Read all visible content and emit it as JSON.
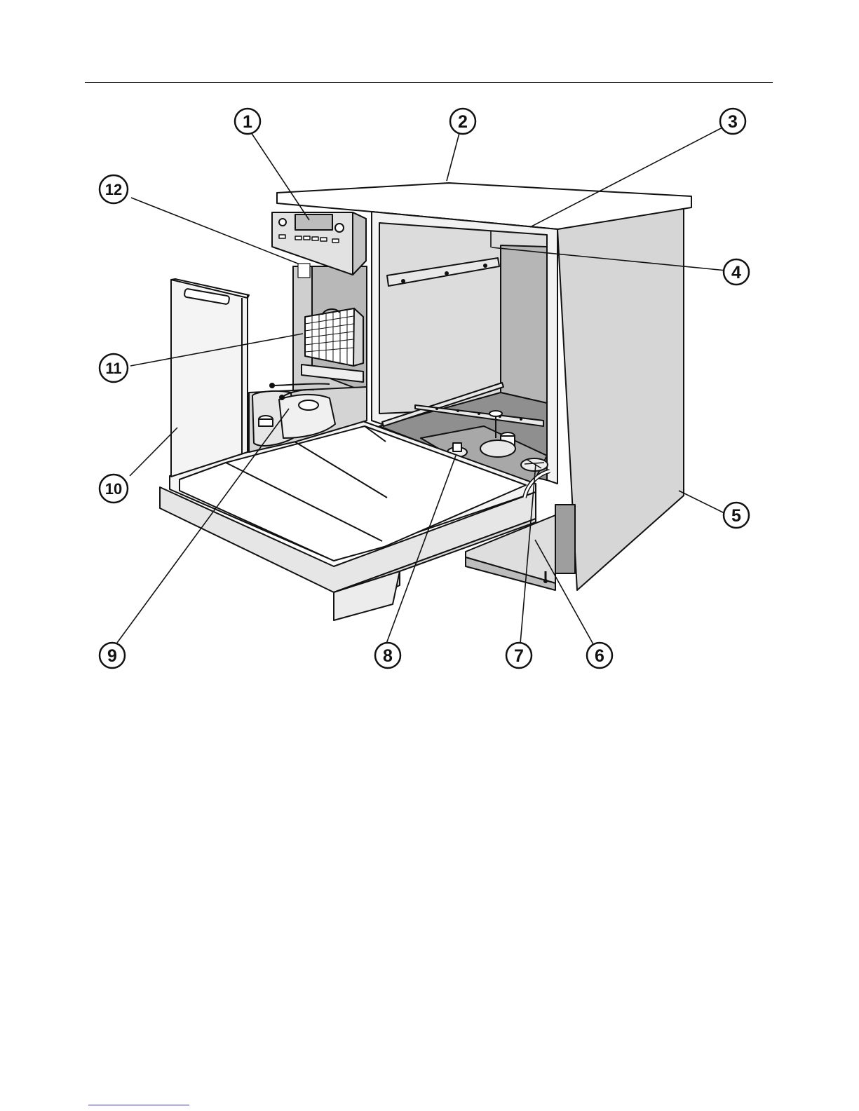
{
  "figure": {
    "callouts": [
      {
        "id": "1",
        "label": "1"
      },
      {
        "id": "2",
        "label": "2"
      },
      {
        "id": "3",
        "label": "3"
      },
      {
        "id": "4",
        "label": "4"
      },
      {
        "id": "5",
        "label": "5"
      },
      {
        "id": "6",
        "label": "6"
      },
      {
        "id": "7",
        "label": "7"
      },
      {
        "id": "8",
        "label": "8"
      },
      {
        "id": "9",
        "label": "9"
      },
      {
        "id": "10",
        "label": "10"
      },
      {
        "id": "11",
        "label": "11"
      },
      {
        "id": "12",
        "label": "12"
      }
    ]
  },
  "colors": {
    "line": "#111111",
    "panel_grey": "#d2d2d2",
    "shadow_grey": "#9a9a9a",
    "light_grey": "#e9e9e9",
    "footer_rule": "#2b2bd6"
  }
}
